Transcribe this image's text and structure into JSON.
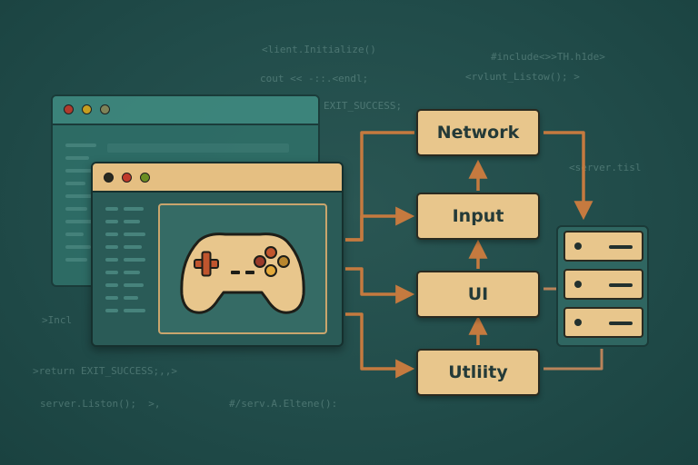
{
  "background_code": [
    "<lient.Initialize()",
    "cout << -::.<endl;",
    "EXIT_SUCCESS;",
    "#include<>>TH.h1de>",
    "<rvlunt_Listow(); >",
    "<server.tisl",
    ">Incl",
    ">return EXIT_SUCCESS;,,>",
    "server.Liston();  >,",
    "#/serv.A.Eltene():"
  ],
  "modules": {
    "network": "Network",
    "input": "Input",
    "ui": "UI",
    "utility": "Utliity"
  },
  "colors": {
    "background": "#214c4a",
    "box_fill": "#e8c68c",
    "arrow": "#c57a3f",
    "connector": "#b9835a",
    "dot_red": "#c0392b",
    "dot_yellow": "#d9a81c",
    "dot_green": "#6b8e23"
  },
  "icons": [
    "gamepad-icon",
    "server-stack-icon",
    "window-icon"
  ]
}
